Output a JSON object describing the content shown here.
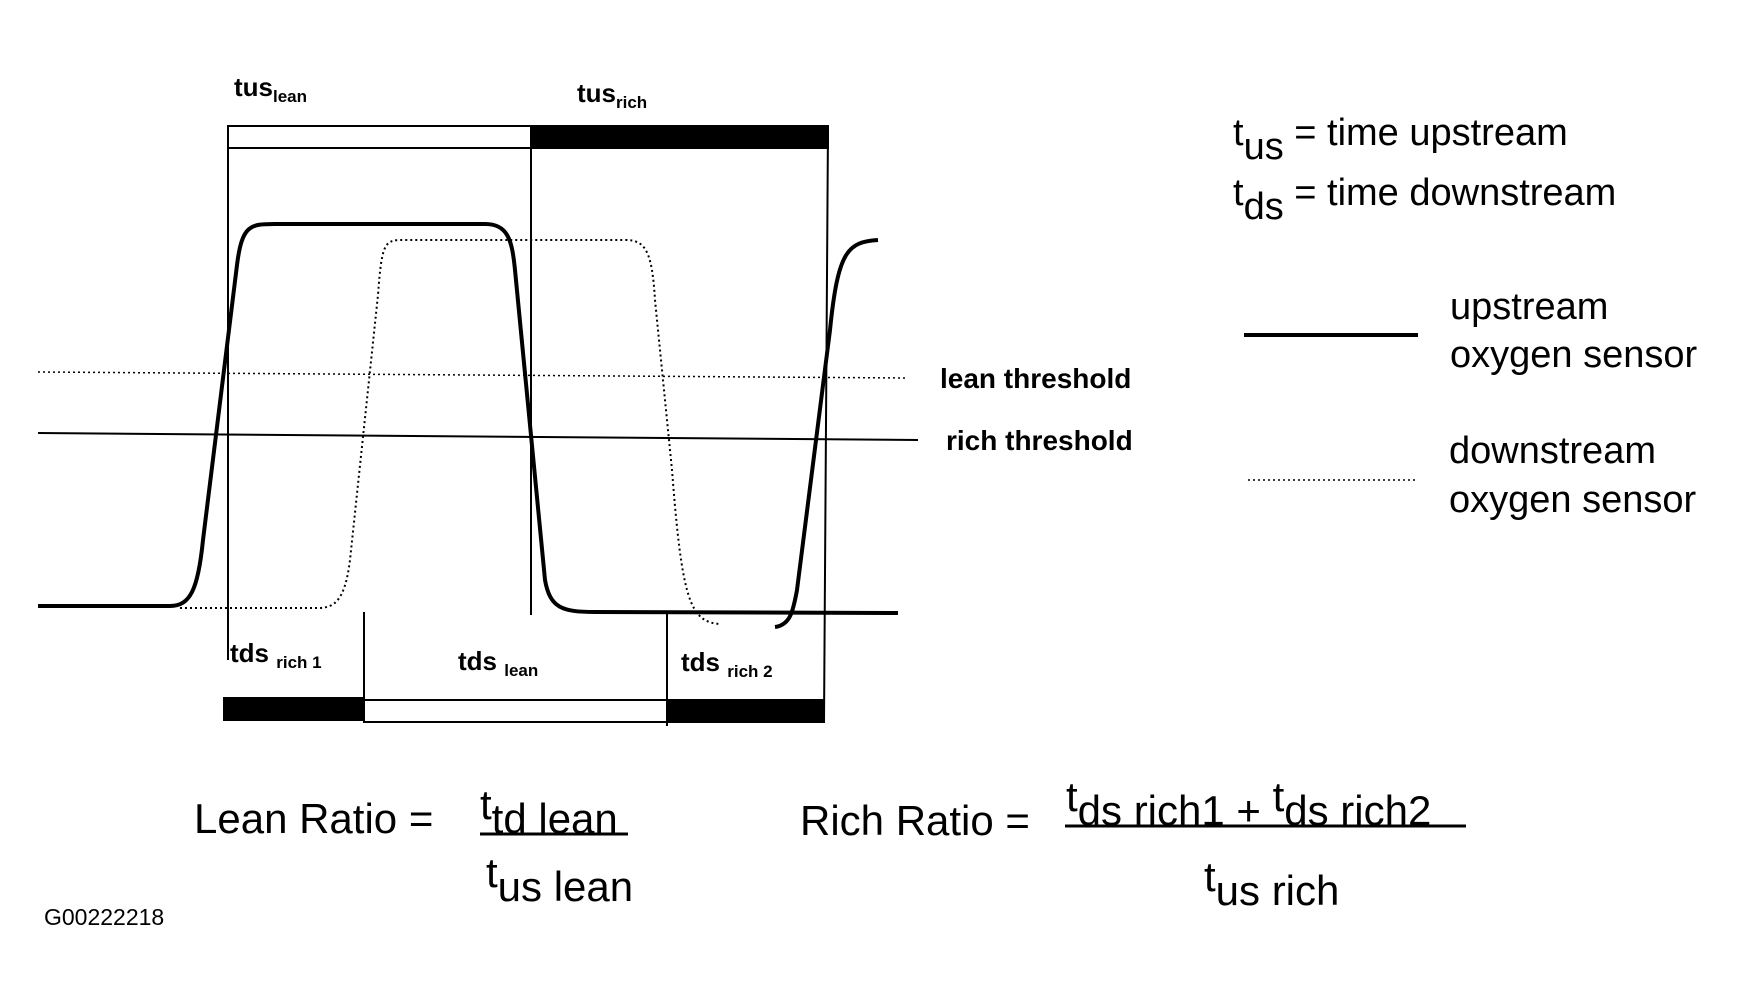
{
  "labels": {
    "tus_lean": {
      "base": "tus",
      "sub": "lean"
    },
    "tus_rich": {
      "base": "tus",
      "sub": "rich"
    },
    "tds_rich1": {
      "base": "tds",
      "sub": "rich 1"
    },
    "tds_lean": {
      "base": "tds",
      "sub": "lean"
    },
    "tds_rich2": {
      "base": "tds",
      "sub": "rich 2"
    },
    "lean_threshold": "lean threshold",
    "rich_threshold": "rich threshold"
  },
  "definitions": {
    "tus": {
      "base": "t",
      "sub": "us",
      "rest": "= time upstream"
    },
    "tds": {
      "base": "t",
      "sub": "ds",
      "rest": "= time downstream"
    }
  },
  "legend": {
    "upstream": {
      "line1": "upstream",
      "line2": "oxygen sensor",
      "style": "solid"
    },
    "downstream": {
      "line1": "downstream",
      "line2": "oxygen sensor",
      "style": "dotted"
    }
  },
  "formulas": {
    "lean": {
      "label": "Lean Ratio =",
      "num_base": "t",
      "num_sub": "td lean",
      "den_base": "t",
      "den_sub": "us lean"
    },
    "rich": {
      "label": "Rich Ratio =",
      "num1_base": "t",
      "num1_sub": "ds rich1",
      "plus": "+",
      "num2_base": "t",
      "num2_sub": "ds rich2",
      "den_base": "t",
      "den_sub": "us rich"
    }
  },
  "figure_id": "G00222218"
}
